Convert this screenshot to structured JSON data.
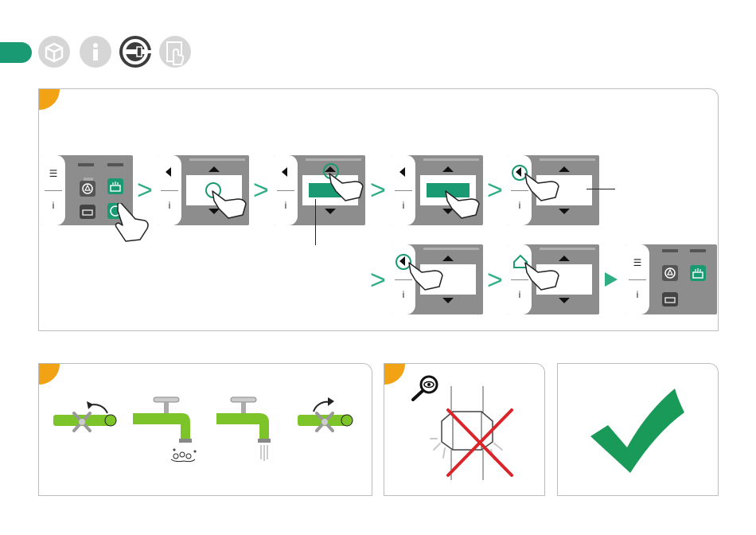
{
  "header": {
    "icons": [
      {
        "name": "package-icon",
        "active": false
      },
      {
        "name": "info-icon",
        "active": false
      },
      {
        "name": "steering-control-icon",
        "active": true
      },
      {
        "name": "touch-device-icon",
        "active": false
      }
    ],
    "accent_color": "#1a9a73",
    "step_color": "#f2a215"
  },
  "device": {
    "menu_glyph": "☰",
    "info_glyph": "i"
  },
  "panels": {
    "taps": {
      "steps": [
        "tap-closed",
        "tap-dripping",
        "tap-running",
        "tap-open"
      ]
    },
    "inspection": {
      "icon": "magnifier-eye-icon",
      "status": "leak-not-allowed"
    },
    "result": {
      "icon": "checkmark-icon"
    }
  }
}
